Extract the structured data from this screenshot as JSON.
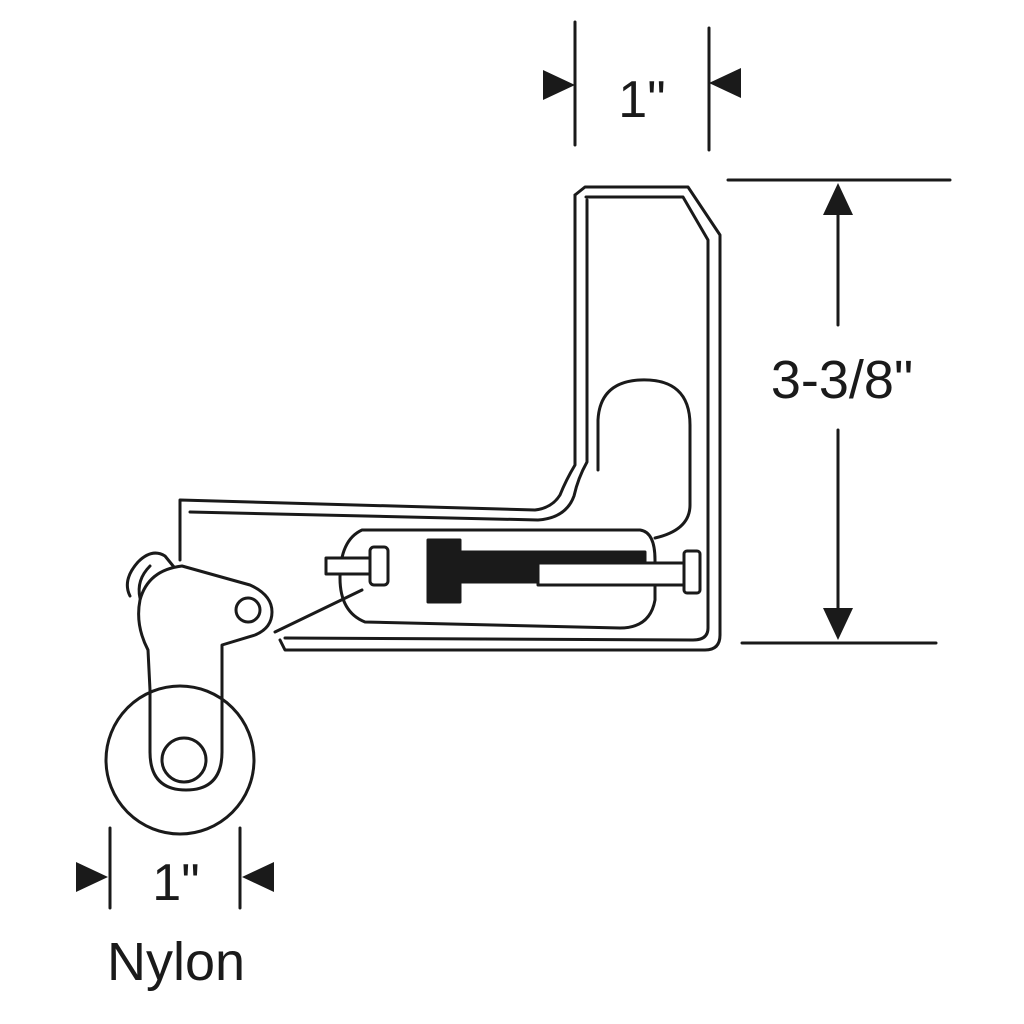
{
  "diagram": {
    "dimensions": {
      "top_width": "1\"",
      "height": "3-3/8\"",
      "wheel_width": "1\""
    },
    "wheel_material": "Nylon"
  },
  "colors": {
    "ink": "#1a1a1a",
    "background": "#ffffff"
  }
}
